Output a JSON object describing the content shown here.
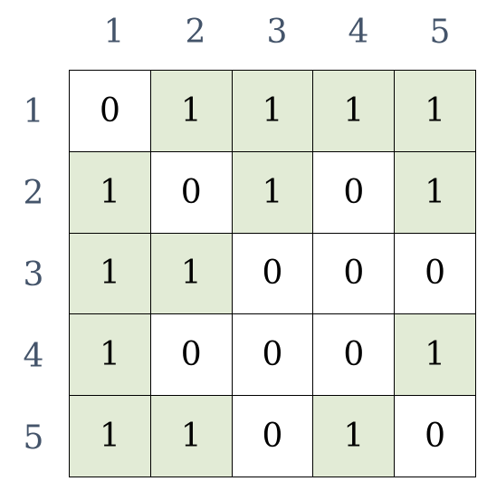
{
  "col_labels": [
    "1",
    "2",
    "3",
    "4",
    "5"
  ],
  "row_labels": [
    "1",
    "2",
    "3",
    "4",
    "5"
  ],
  "matrix": [
    [
      "0",
      "1",
      "1",
      "1",
      "1"
    ],
    [
      "1",
      "0",
      "1",
      "0",
      "1"
    ],
    [
      "1",
      "1",
      "0",
      "0",
      "0"
    ],
    [
      "1",
      "0",
      "0",
      "0",
      "1"
    ],
    [
      "1",
      "1",
      "0",
      "1",
      "0"
    ]
  ],
  "colors": {
    "label": "#44546a",
    "highlight": "#e2ebd6",
    "cell": "#ffffff",
    "border": "#000000"
  }
}
